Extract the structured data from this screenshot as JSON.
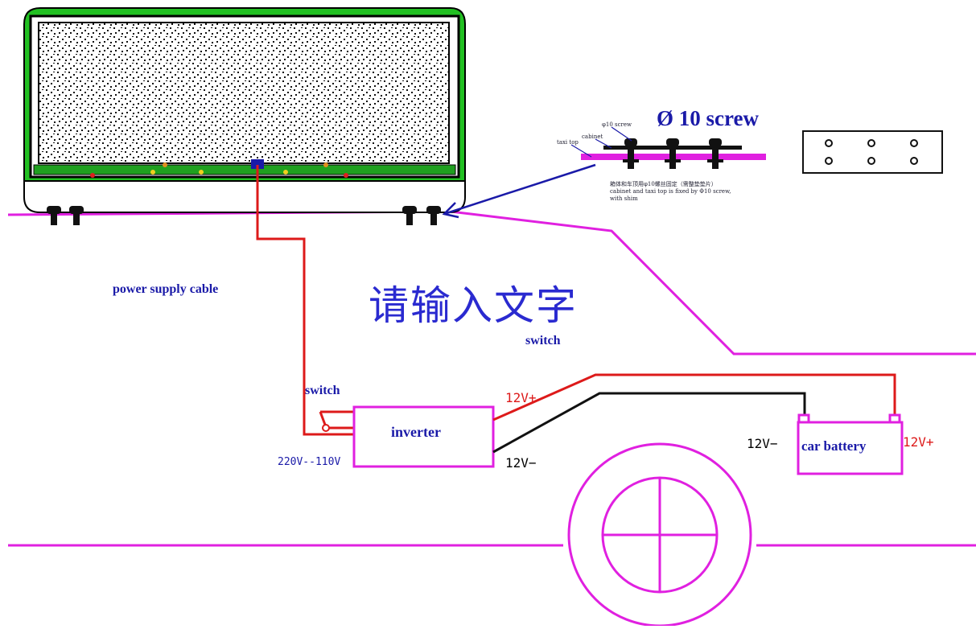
{
  "labels": {
    "screw_title": "Ø 10 screw",
    "power_supply_cable": "power supply cable",
    "placeholder_text": "请输入文字",
    "switch_upper": "switch",
    "switch_lower": "switch",
    "inverter": "inverter",
    "voltage_ac": "220V--110V",
    "plus_near_inverter": "12V+",
    "minus_near_inverter": "12V−",
    "car_battery": "car battery",
    "battery_minus": "12V−",
    "battery_plus": "12V+"
  },
  "detail_callouts": {
    "screw": "φ10 screw",
    "cabinet": "cabinet",
    "taxi_top": "taxi top"
  },
  "detail_note": {
    "line1": "箱体和车顶用φ10螺丝固定（需整垫垫片）",
    "line2": "cabinet and taxi top is fixed by Φ10 screw,",
    "line3": "with shim"
  },
  "colors": {
    "magenta": "#e020e0",
    "wire_red": "#dd1a1a",
    "wire_black": "#111111",
    "label_blue": "#1a1aa8",
    "cabinet_green": "#22c022"
  }
}
